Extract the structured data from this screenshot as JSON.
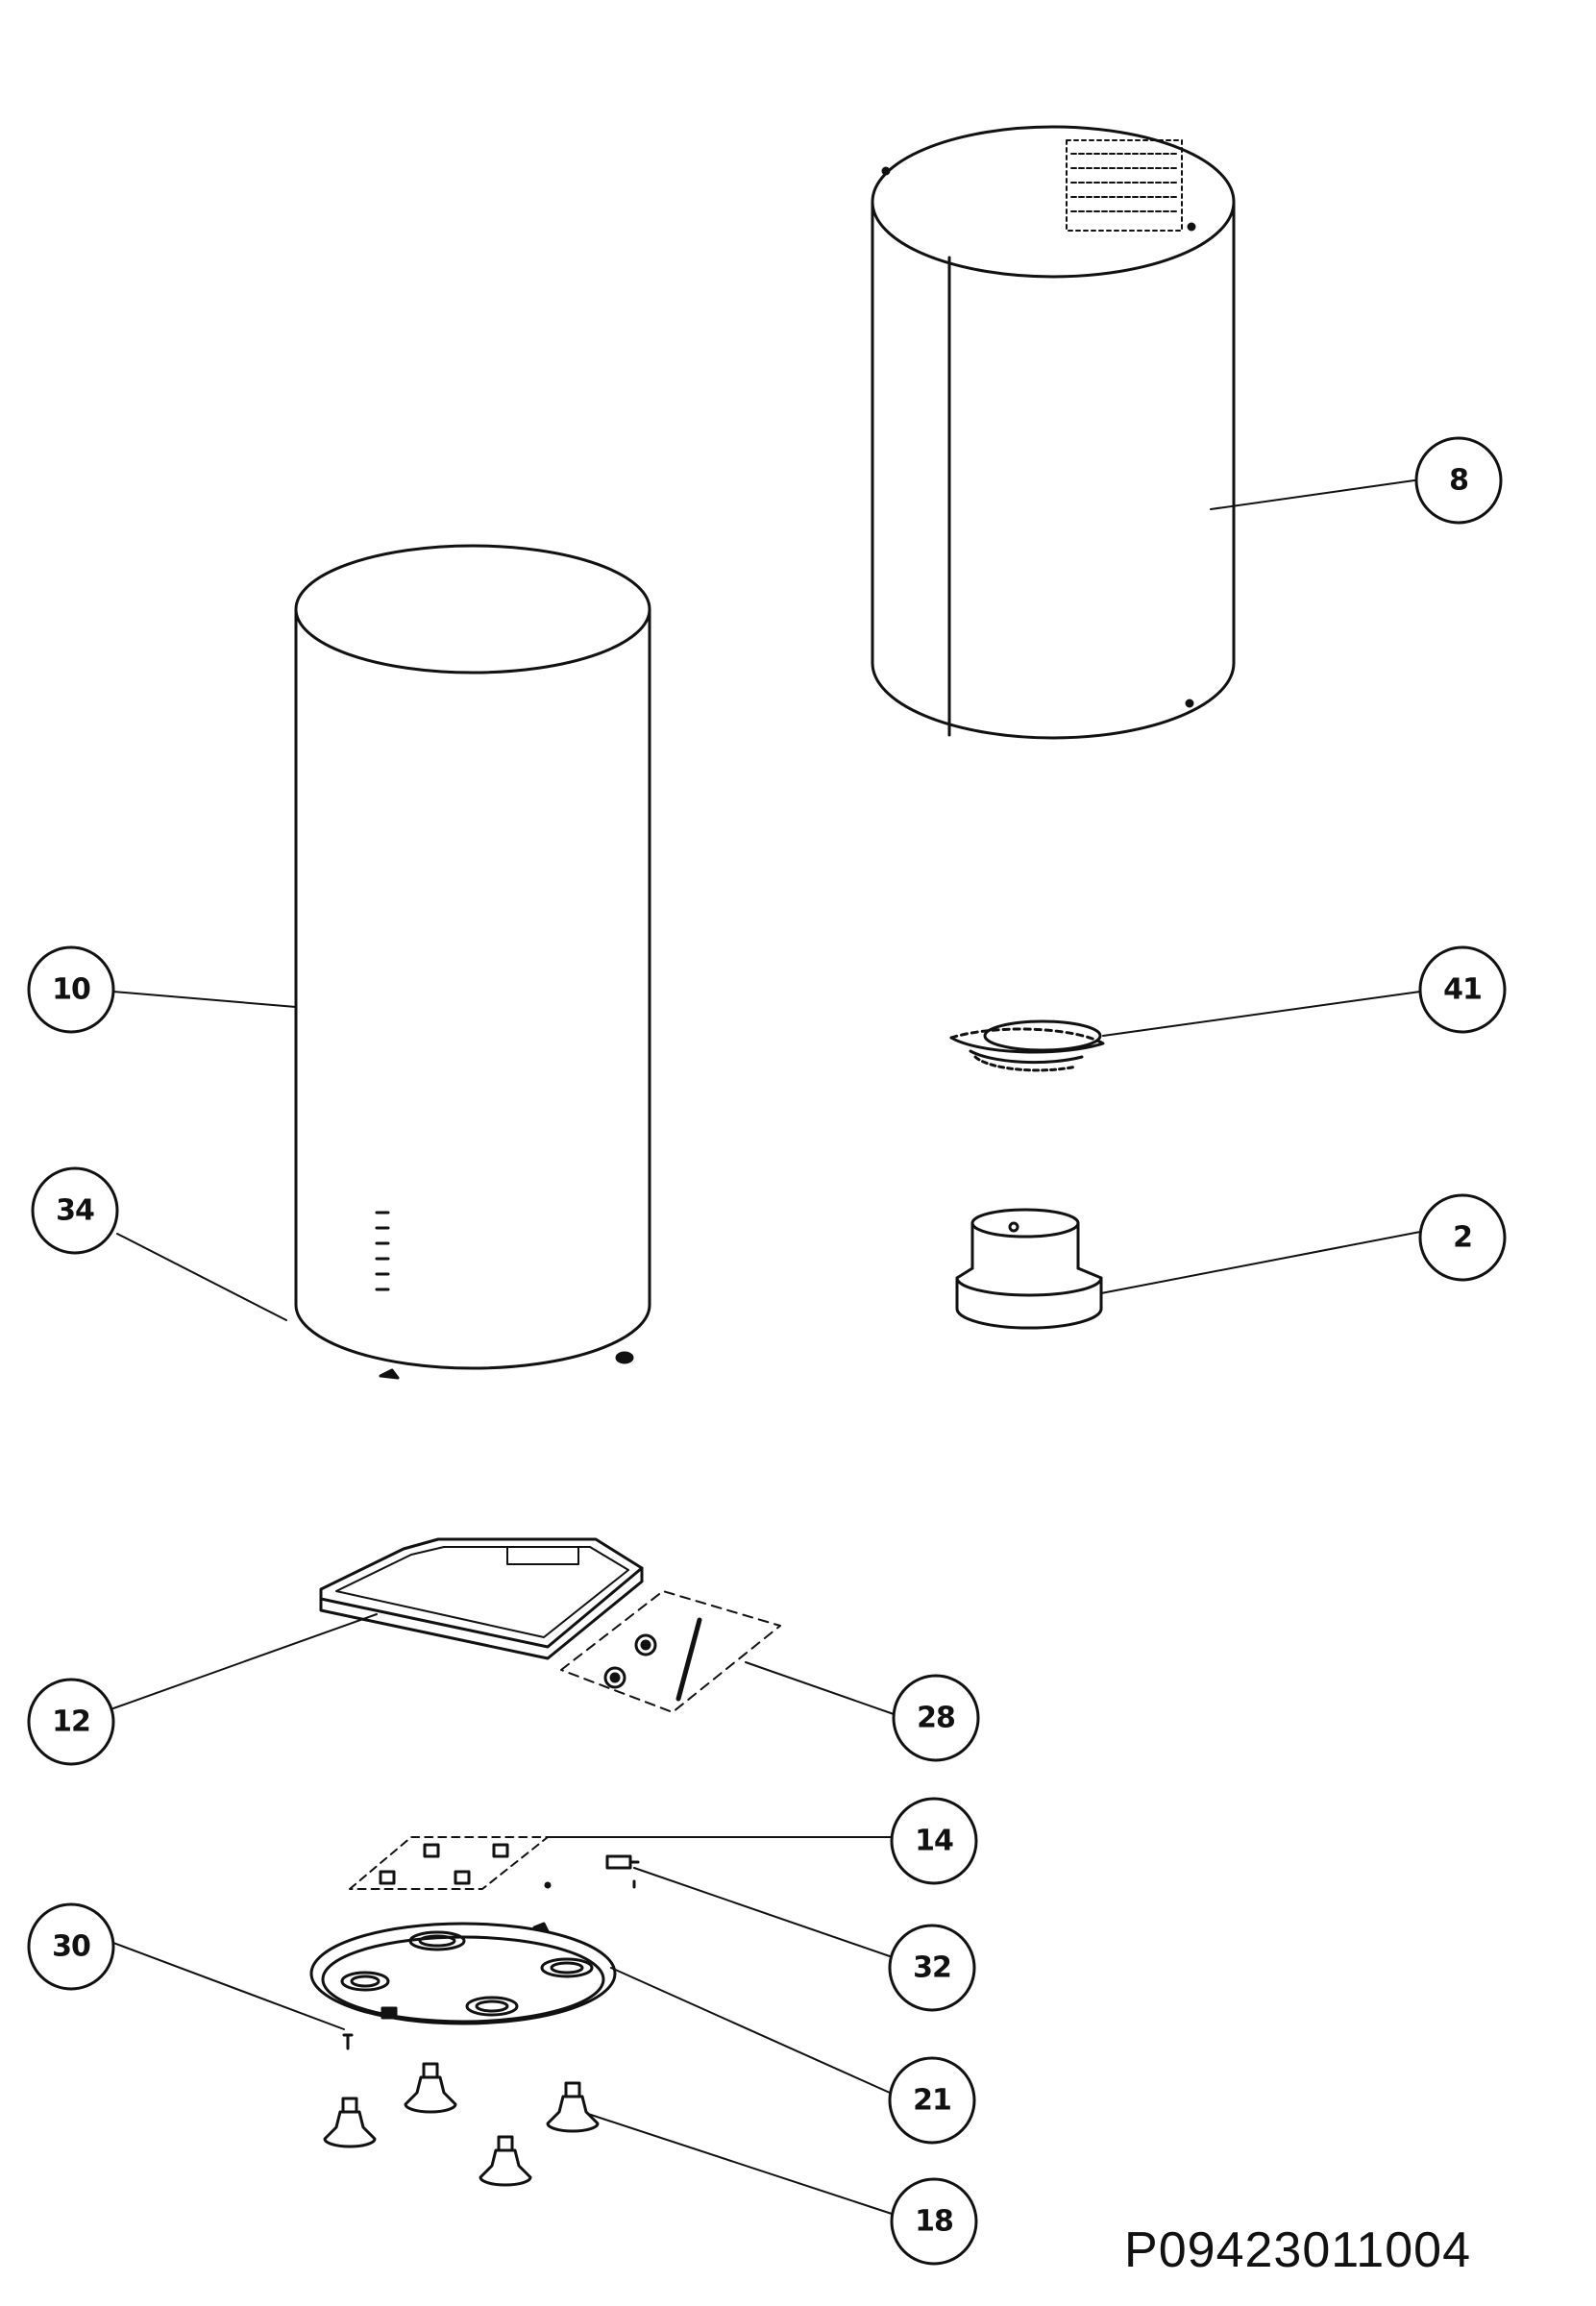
{
  "document_code": "P09423011004",
  "callouts": {
    "c8": "8",
    "c10": "10",
    "c41": "41",
    "c34": "34",
    "c2": "2",
    "c12": "12",
    "c28": "28",
    "c14": "14",
    "c30": "30",
    "c32": "32",
    "c21": "21",
    "c18": "18"
  }
}
